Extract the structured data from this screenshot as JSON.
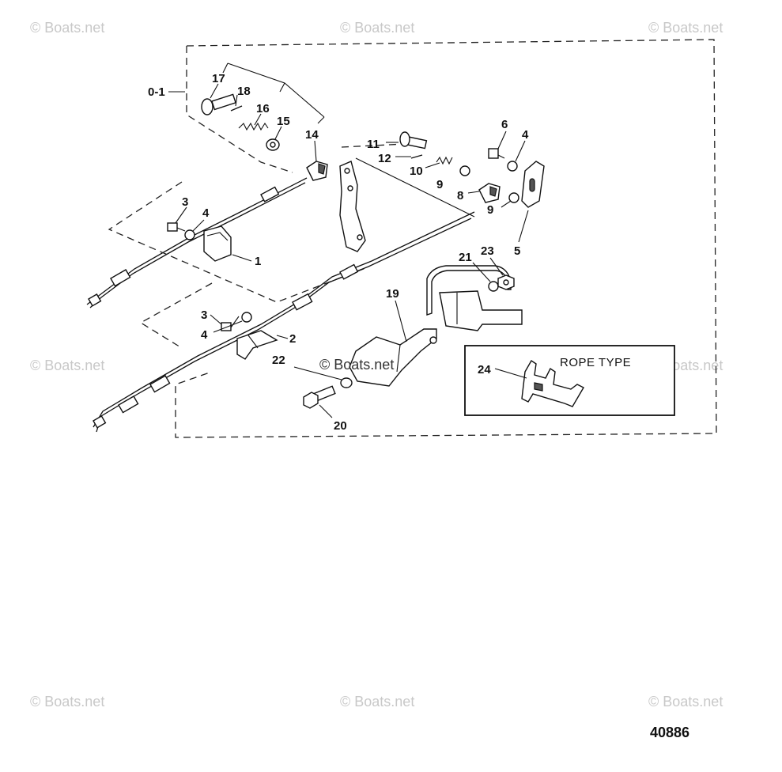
{
  "watermarks": [
    "© Boats.net",
    "© Boats.net",
    "© Boats.net",
    "© Boats.net",
    "© Boats.net",
    "© Boats.net",
    "© Boats.net",
    "© Boats.net"
  ],
  "center_watermark": "© Boats.net",
  "inset_title": "ROPE TYPE",
  "reference_number": "40886",
  "callouts": {
    "c01": "0-1",
    "c17": "17",
    "c18": "18",
    "c16": "16",
    "c15": "15",
    "c14": "14",
    "c11": "11",
    "c12": "12",
    "c10": "10",
    "c9a": "9",
    "c8": "8",
    "c9b": "9",
    "c6": "6",
    "c4a": "4",
    "c5": "5",
    "c3a": "3",
    "c4b": "4",
    "c1": "1",
    "c21": "21",
    "c23": "23",
    "c19": "19",
    "c3b": "3",
    "c4c": "4",
    "c2": "2",
    "c22": "22",
    "c20": "20",
    "c24": "24"
  }
}
